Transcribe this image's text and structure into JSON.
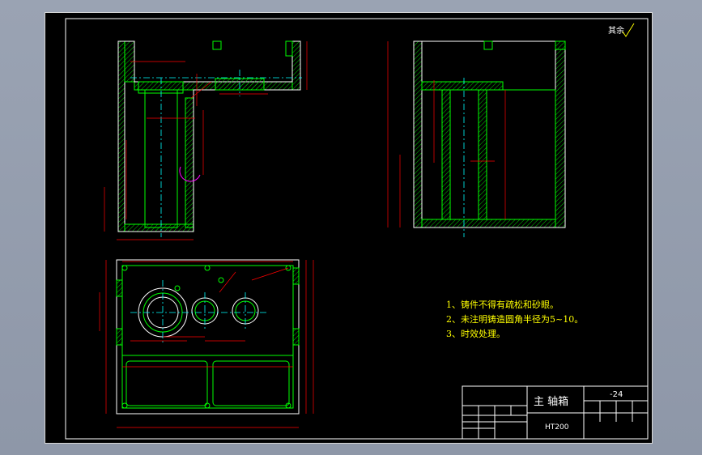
{
  "corner_mark": "其余",
  "tech_requirements": [
    "1、铸件不得有疏松和砂眼。",
    "2、未注明铸造圆角半径为5~10。",
    "3、时效处理。"
  ],
  "title_block": {
    "part_name": "主 轴箱",
    "material": "HT200",
    "drawing_number": "-24"
  },
  "colors": {
    "background": "#000000",
    "outline": "#ffffff",
    "geometry": "#00ff00",
    "dimension": "#ff0000",
    "centerline": "#00ffff",
    "text": "#ffff00",
    "hatch": "#00cc00"
  }
}
